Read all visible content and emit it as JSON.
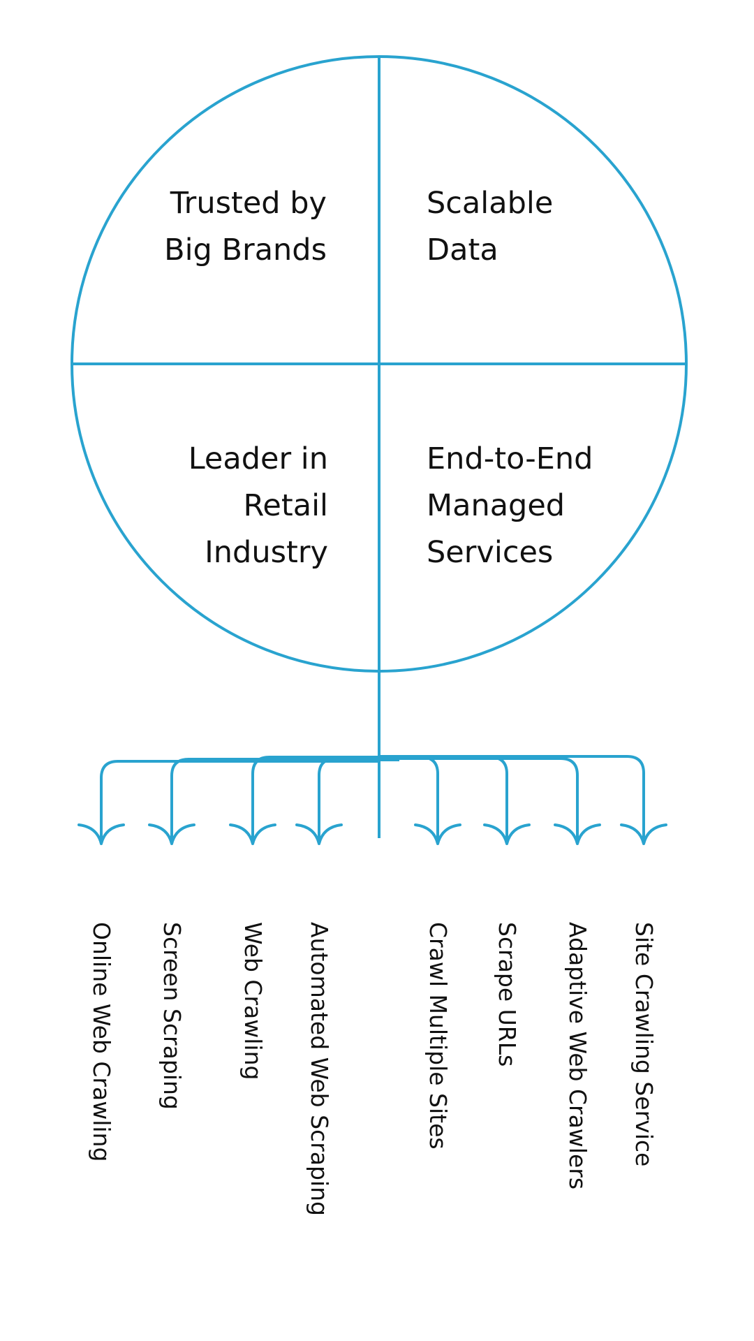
{
  "colors": {
    "line": "#29a3cf",
    "text": "#111111",
    "background": "#ffffff"
  },
  "quadrants": {
    "top_left": [
      "Trusted by",
      "Big Brands"
    ],
    "top_right": [
      "Scalable",
      "Data"
    ],
    "bottom_left": [
      "Leader in",
      "Retail",
      "Industry"
    ],
    "bottom_right": [
      "End-to-End",
      "Managed",
      "Services"
    ]
  },
  "branches": [
    "Online Web Crawling",
    "Screen Scraping",
    "Web Crawling",
    "Automated Web Scraping",
    "Crawl Multiple Sites",
    "Scrape URLs",
    "Adaptive Web Crawlers",
    "Site Crawling Service"
  ]
}
